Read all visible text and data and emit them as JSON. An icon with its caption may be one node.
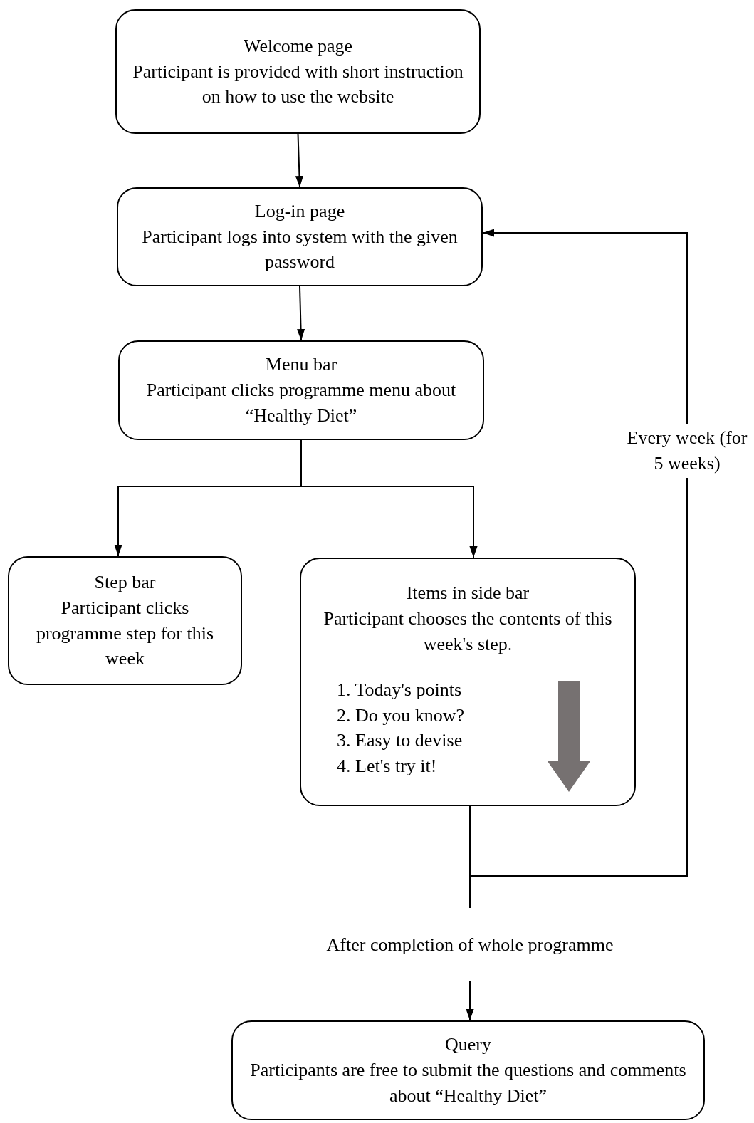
{
  "diagram": {
    "nodes": [
      {
        "text": [
          "Welcome page",
          "Participant is provided with short instruction on how to use the website"
        ]
      },
      {
        "text": [
          "Log-in page",
          "Participant logs into system with the given password"
        ]
      },
      {
        "text": [
          "Menu bar",
          "Participant clicks programme menu about “Healthy Diet”"
        ]
      },
      {
        "text": [
          "Step bar",
          "Participant clicks programme step for this week"
        ]
      },
      {
        "text": [
          "Items in side bar",
          "Participant chooses the contents of this week's step.",
          "1. Today's points",
          "2. Do you know?",
          "3. Easy to devise",
          "4. Let's try it!"
        ]
      },
      {
        "text": [
          "After completion of whole programme"
        ]
      },
      {
        "text": [
          "Query",
          "Participants are free to submit the questions and comments about “Healthy Diet”"
        ]
      }
    ],
    "edges": [
      {
        "from": 0,
        "to": 1,
        "arrow": "to"
      },
      {
        "from": 1,
        "to": 2,
        "arrow": "to"
      },
      {
        "from": 2,
        "to": 3,
        "arrow": "to"
      },
      {
        "from": 2,
        "to": 4,
        "arrow": "to"
      },
      {
        "from": 4,
        "to": 5,
        "arrow": "none"
      },
      {
        "from": 5,
        "to": 6,
        "arrow": "to"
      },
      {
        "from": 4,
        "to": 1,
        "arrow": "to",
        "label": "Every week (for 5 weeks)"
      }
    ]
  }
}
